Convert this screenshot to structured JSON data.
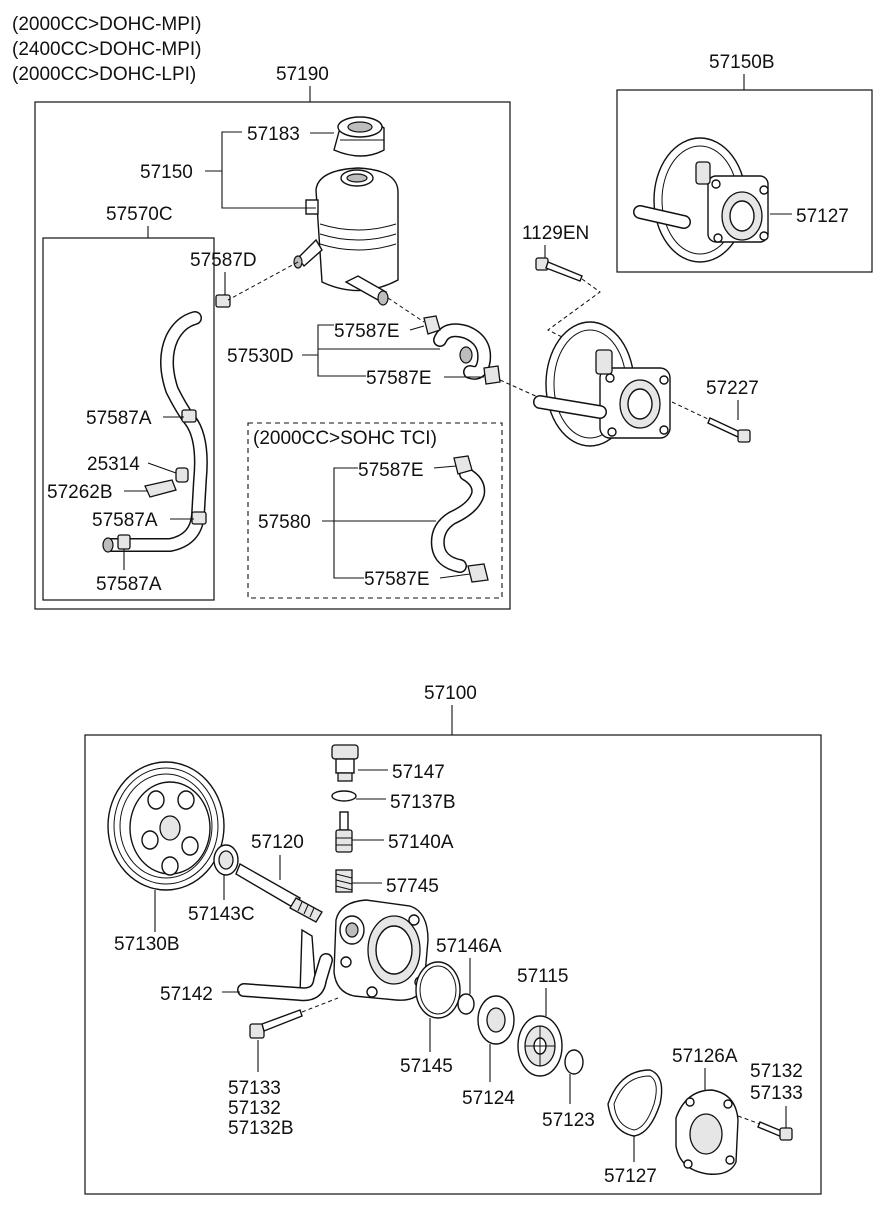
{
  "notes": {
    "engine_1": "(2000CC>DOHC-MPI)",
    "engine_2": "(2400CC>DOHC-MPI)",
    "engine_3": "(2000CC>DOHC-LPI)",
    "sohc_tci": "(2000CC>SOHC TCI)"
  },
  "labels": {
    "p57190": "57190",
    "p57150B": "57150B",
    "p57183": "57183",
    "p57150": "57150",
    "p57570C": "57570C",
    "p57587D": "57587D",
    "p57587E_a": "57587E",
    "p57530D": "57530D",
    "p57587E_b": "57587E",
    "p57587A_a": "57587A",
    "p25314": "25314",
    "p57262B": "57262B",
    "p57587A_b": "57587A",
    "p57587A_c": "57587A",
    "p57587E_c": "57587E",
    "p57580": "57580",
    "p57587E_d": "57587E",
    "p1129EN": "1129EN",
    "p57127_top": "57127",
    "p57227": "57227",
    "p57100": "57100",
    "p57147": "57147",
    "p57137B": "57137B",
    "p57140A": "57140A",
    "p57120": "57120",
    "p57745": "57745",
    "p57143C": "57143C",
    "p57130B": "57130B",
    "p57146A": "57146A",
    "p57115": "57115",
    "p57142": "57142",
    "p57145": "57145",
    "p57124": "57124",
    "p57123": "57123",
    "p57133_a": "57133",
    "p57132_a": "57132",
    "p57132B": "57132B",
    "p57126A": "57126A",
    "p57132_b": "57132",
    "p57133_b": "57133",
    "p57127_bottom": "57127"
  }
}
